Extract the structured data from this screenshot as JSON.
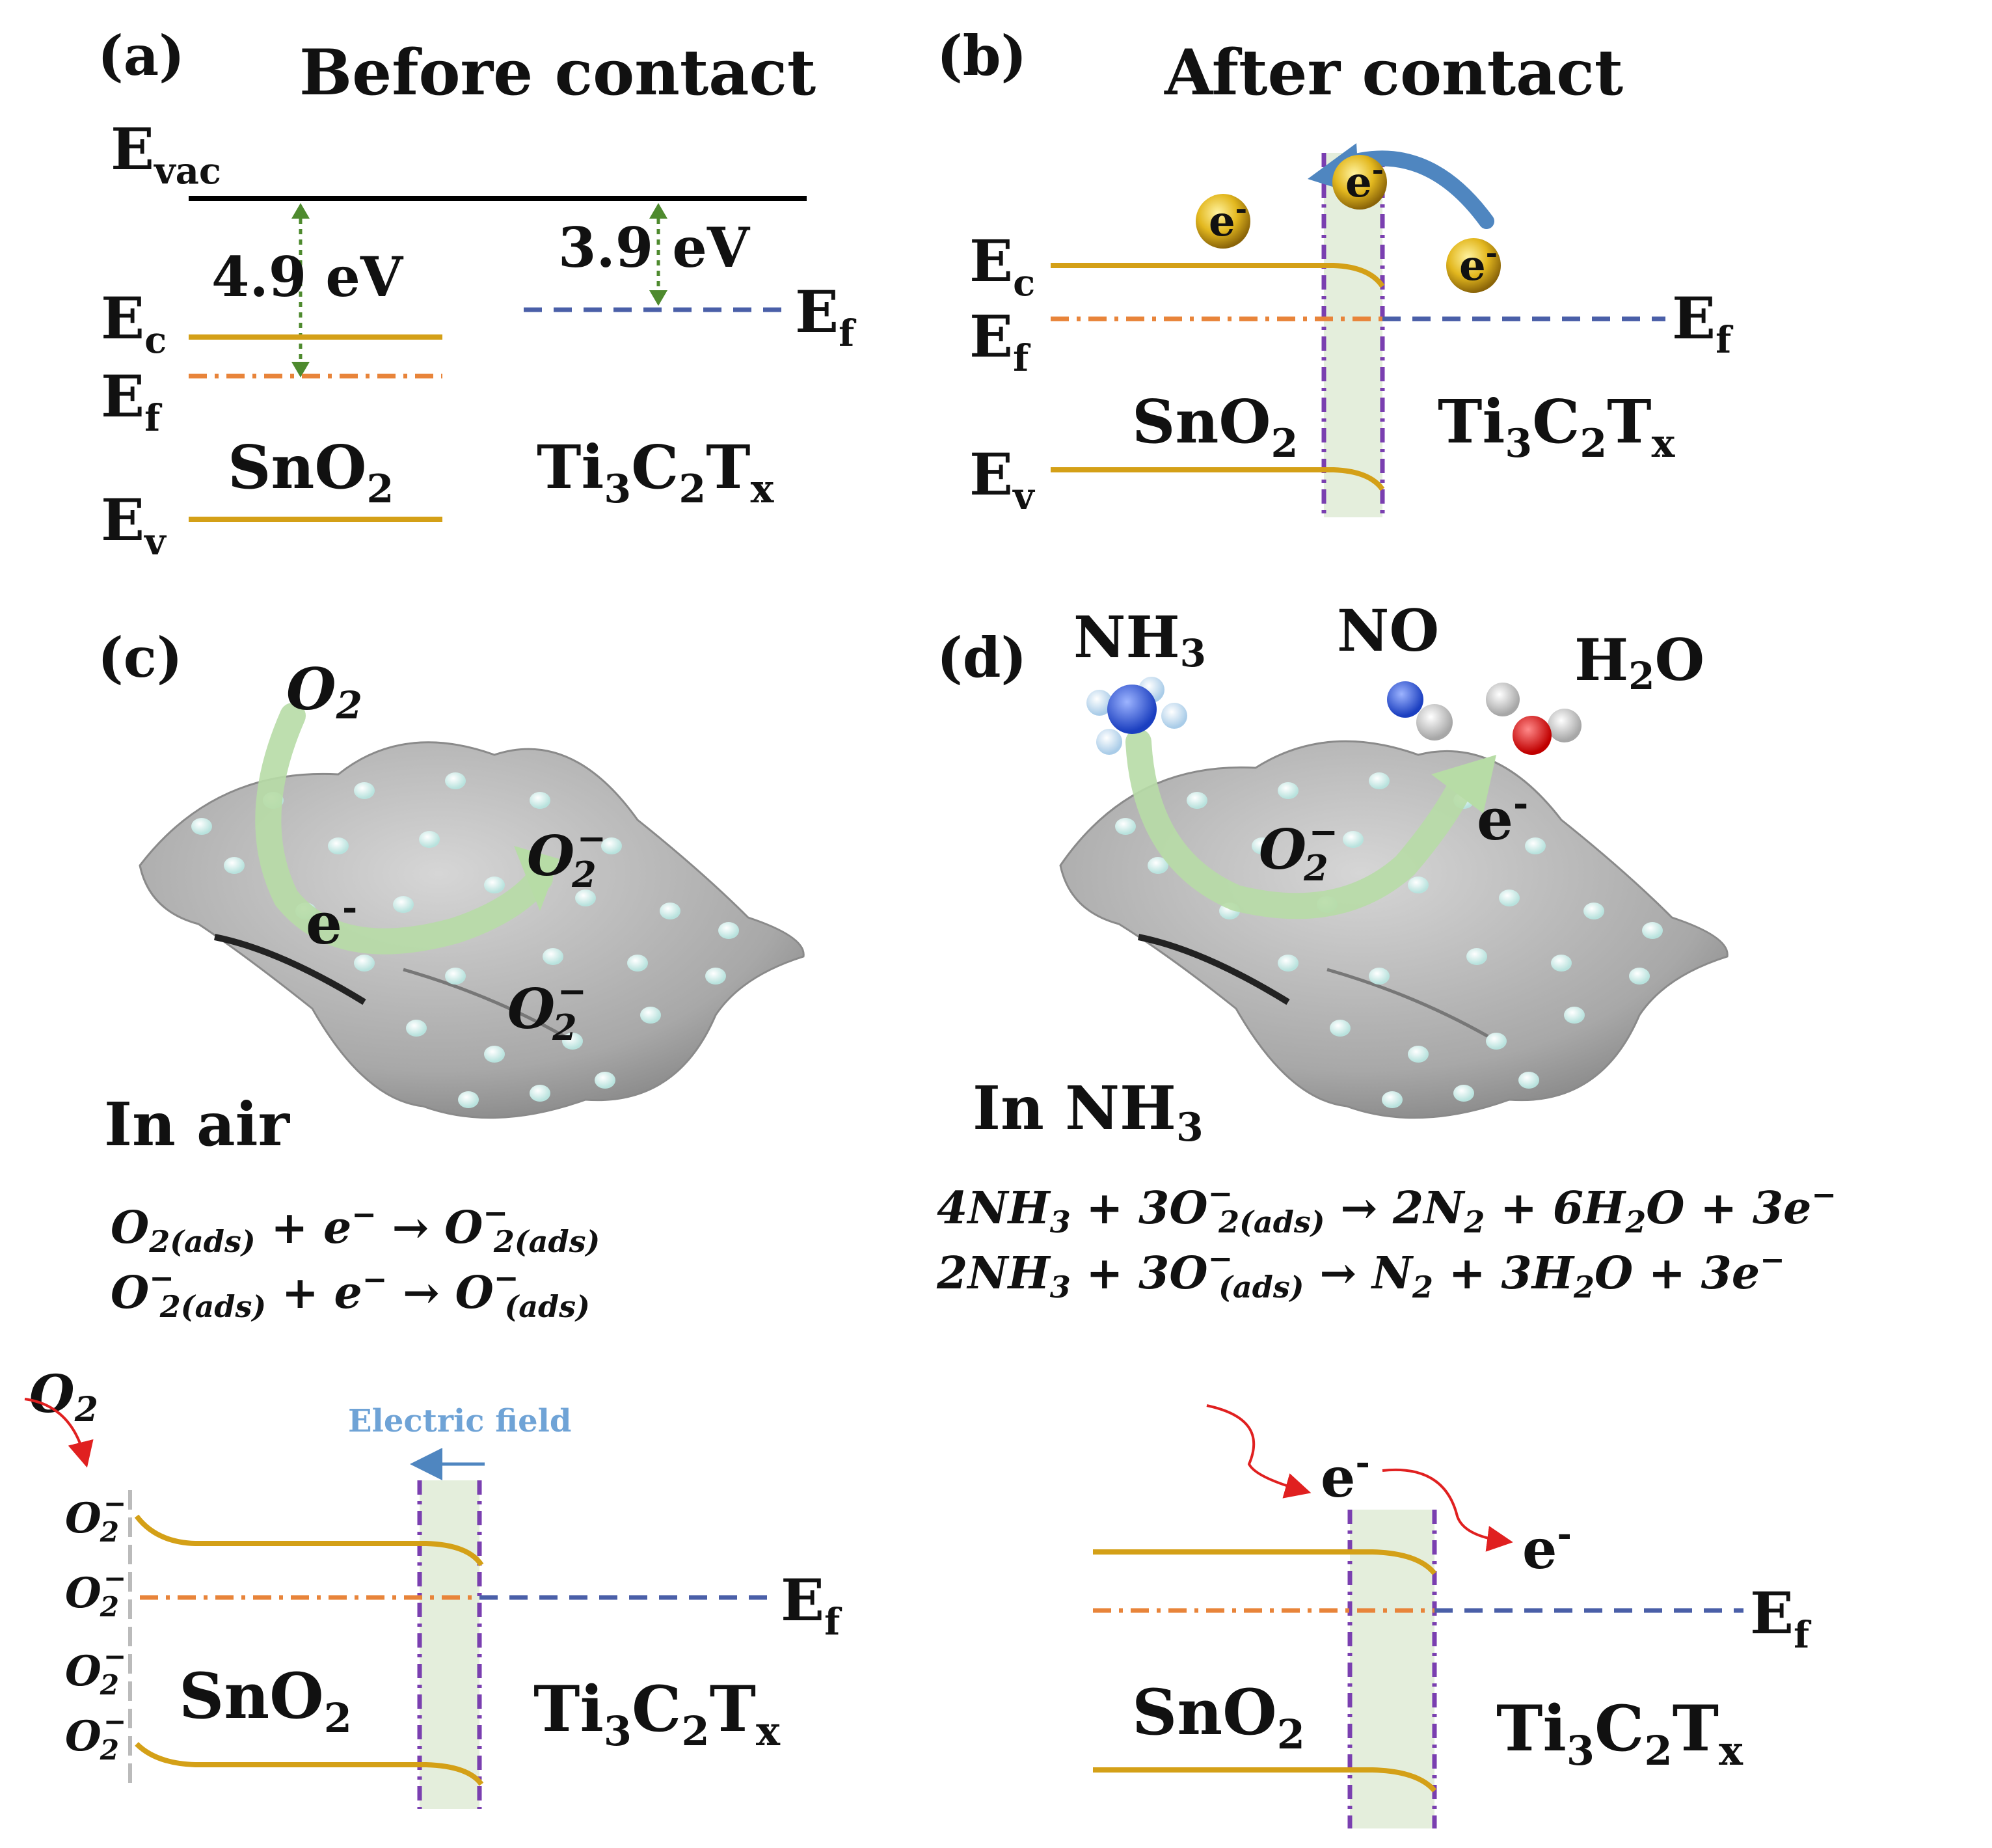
{
  "colors": {
    "band": "#D4A017",
    "fermi_sno2": "#E8843A",
    "fermi_ti": "#4A5FA8",
    "interface_line": "#7A3FB0",
    "depletion_fill": "#E4EEDC",
    "vac_level": "#000000",
    "work_fn_arrow": "#4E8A2E",
    "transfer_arrow": "#4F86C0",
    "field_text": "#6FA3D6",
    "red_arrow": "#E02020",
    "green_arrow": "#B7DCA6",
    "electron": "#E3B81F",
    "surface": "#A9A9A9",
    "adsorbate": "#DDEFEF"
  },
  "panel_a": {
    "label": "(a)",
    "title": "Before contact",
    "e_vac": {
      "main": "E",
      "sub": "vac"
    },
    "wf_sno2": "4.9 eV",
    "wf_ti": "3.9 eV",
    "e_c": {
      "main": "E",
      "sub": "c"
    },
    "e_f_left": {
      "main": "E",
      "sub": "f"
    },
    "e_v": {
      "main": "E",
      "sub": "v"
    },
    "e_f_right": {
      "main": "E",
      "sub": "f"
    },
    "sno2": {
      "a": "SnO",
      "b": "2"
    },
    "ti3c2tx": {
      "a": "Ti",
      "b": "3",
      "c": "C",
      "d": "2",
      "e": "T",
      "f": "x"
    }
  },
  "panel_b": {
    "label": "(b)",
    "title": "After contact",
    "electron": {
      "main": "e",
      "sup": "-"
    },
    "e_c": {
      "main": "E",
      "sub": "c"
    },
    "e_f_left": {
      "main": "E",
      "sub": "f"
    },
    "e_v": {
      "main": "E",
      "sub": "v"
    },
    "e_f_right": {
      "main": "E",
      "sub": "f"
    },
    "sno2": {
      "a": "SnO",
      "b": "2"
    },
    "ti3c2tx": {
      "a": "Ti",
      "b": "3",
      "c": "C",
      "d": "2",
      "e": "T",
      "f": "x"
    }
  },
  "panel_c": {
    "label": "(c)",
    "o2": {
      "main": "O",
      "sub": "2"
    },
    "electron": {
      "main": "e",
      "sup": "-"
    },
    "o2_minus": {
      "main": "O",
      "sub": "2",
      "sup": "−"
    },
    "condition": "In air",
    "eq1": {
      "a": "O",
      "a_sub": "2(ads)",
      "b": " + e",
      "b_sup": "−",
      "c": " → O",
      "c_sup": "−",
      "c_sub": "2(ads)"
    },
    "eq2": {
      "a": "O",
      "a_sup": "−",
      "a_sub": "2(ads)",
      "b": " + e",
      "b_sup": "−",
      "c": " → O",
      "c_sup": "−",
      "c_sub": "(ads)"
    }
  },
  "panel_d": {
    "label": "(d)",
    "nh3": {
      "a": "NH",
      "b": "3"
    },
    "no": "NO",
    "h2o": {
      "a": "H",
      "b": "2",
      "c": "O"
    },
    "electron": {
      "main": "e",
      "sup": "-"
    },
    "o2_minus": {
      "main": "O",
      "sub": "2",
      "sup": "−"
    },
    "condition": {
      "a": "In NH",
      "b": "3"
    },
    "eq1": {
      "a": "4NH",
      "a_sub": "3",
      "b": " + 3O",
      "b_sup": "−",
      "b_sub": "2(ads)",
      "c": " → 2N",
      "c_sub": "2",
      "d": " + 6H",
      "d_sub": "2",
      "e": "O + 3e",
      "e_sup": "−"
    },
    "eq2": {
      "a": "2NH",
      "a_sub": "3",
      "b": " + 3O",
      "b_sup": "−",
      "b_sub": "(ads)",
      "c": " → N",
      "c_sub": "2",
      "d": " + 3H",
      "d_sub": "2",
      "e": "O + 3e",
      "e_sup": "−"
    }
  },
  "panel_e": {
    "o2": {
      "main": "O",
      "sub": "2"
    },
    "electric_field": "Electric field",
    "o2_minus": {
      "main": "O",
      "sub": "2",
      "sup": "−"
    },
    "e_f": {
      "main": "E",
      "sub": "f"
    },
    "sno2": {
      "a": "SnO",
      "b": "2"
    },
    "ti3c2tx": {
      "a": "Ti",
      "b": "3",
      "c": "C",
      "d": "2",
      "e": "T",
      "f": "x"
    }
  },
  "panel_f": {
    "electron": {
      "main": "e",
      "sup": "-"
    },
    "e_f": {
      "main": "E",
      "sub": "f"
    },
    "sno2": {
      "a": "SnO",
      "b": "2"
    },
    "ti3c2tx": {
      "a": "Ti",
      "b": "3",
      "c": "C",
      "d": "2",
      "e": "T",
      "f": "x"
    }
  }
}
